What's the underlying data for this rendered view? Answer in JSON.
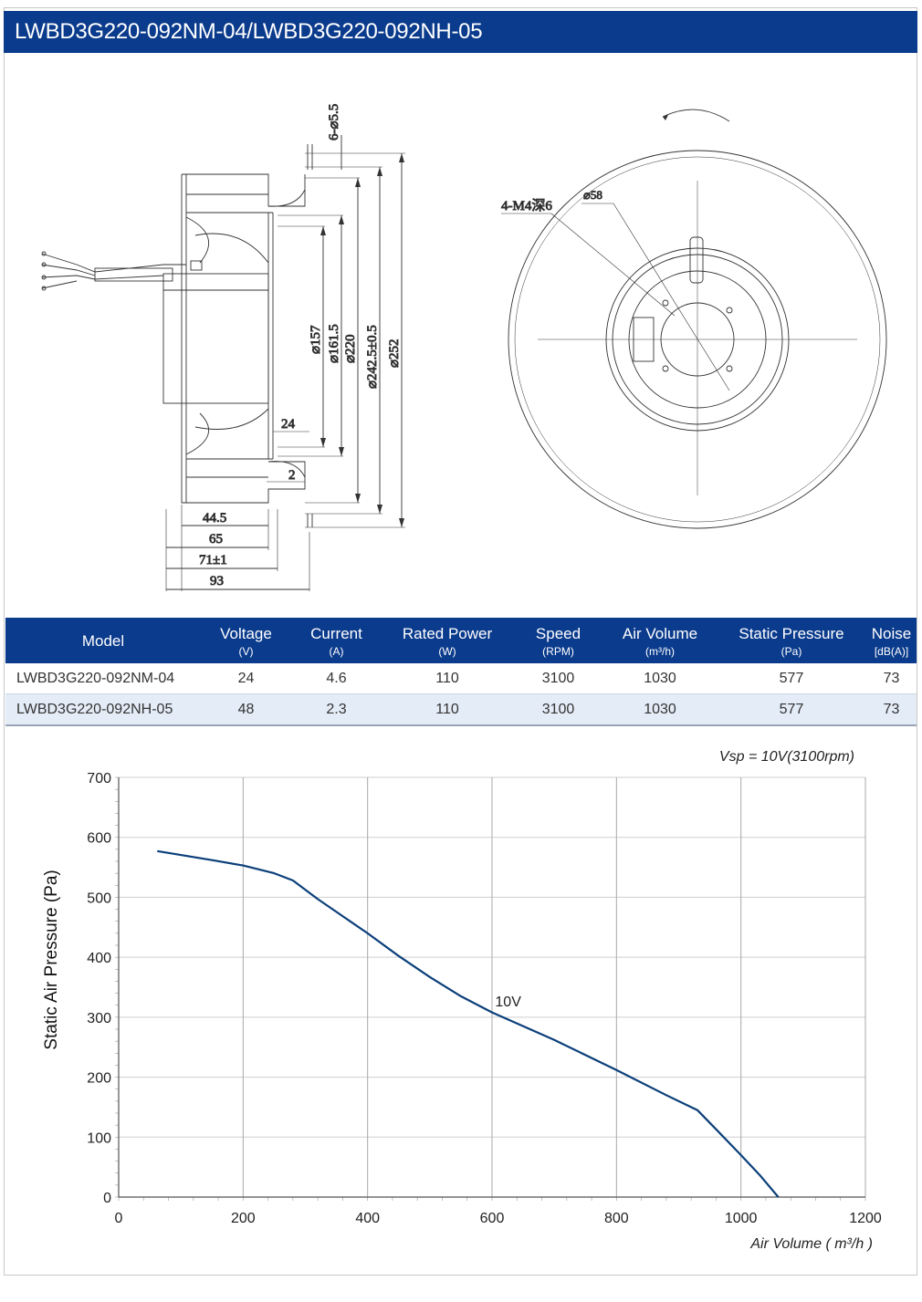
{
  "header": {
    "title": "LWBD3G220-092NM-04/LWBD3G220-092NH-05"
  },
  "drawing": {
    "side_dims": {
      "holes": "6-⌀5.5",
      "d157": "⌀157",
      "d161": "⌀161.5",
      "d220": "⌀220",
      "d242": "⌀242.5±0.5",
      "d252": "⌀252",
      "w24": "24",
      "w2": "2",
      "w44": "44.5",
      "w65": "65",
      "w71": "71±1",
      "w93": "93"
    },
    "front_dims": {
      "threads": "4-M4深6",
      "d58": "⌀58"
    }
  },
  "table": {
    "headers": [
      {
        "label": "Model",
        "unit": ""
      },
      {
        "label": "Voltage",
        "unit": "(V)"
      },
      {
        "label": "Current",
        "unit": "(A)"
      },
      {
        "label": "Rated Power",
        "unit": "(W)"
      },
      {
        "label": "Speed",
        "unit": "(RPM)"
      },
      {
        "label": "Air Volume",
        "unit": "(m³/h)"
      },
      {
        "label": "Static Pressure",
        "unit": "(Pa)"
      },
      {
        "label": "Noise",
        "unit": "[dB(A)]"
      }
    ],
    "rows": [
      [
        "LWBD3G220-092NM-04",
        "24",
        "4.6",
        "110",
        "3100",
        "1030",
        "577",
        "73"
      ],
      [
        "LWBD3G220-092NH-05",
        "48",
        "2.3",
        "110",
        "3100",
        "1030",
        "577",
        "73"
      ]
    ]
  },
  "chart_data": {
    "type": "line",
    "title": "",
    "annotation": "Vsp = 10V(3100rpm)",
    "xlabel": "Air Volume ( m³/h )",
    "ylabel": "Static Air Pressure  (Pa)",
    "xlim": [
      0,
      1200
    ],
    "ylim": [
      0,
      700
    ],
    "xticks": [
      0,
      200,
      400,
      600,
      800,
      1000,
      1200
    ],
    "yticks": [
      0,
      100,
      200,
      300,
      400,
      500,
      600,
      700
    ],
    "grid": true,
    "series": [
      {
        "name": "10V",
        "color": "#0b3f7a",
        "x": [
          62,
          150,
          200,
          250,
          280,
          320,
          400,
          450,
          500,
          550,
          600,
          700,
          800,
          880,
          930,
          960,
          1000,
          1030,
          1060
        ],
        "y": [
          577,
          562,
          553,
          540,
          528,
          497,
          440,
          402,
          367,
          335,
          308,
          262,
          212,
          170,
          145,
          113,
          70,
          37,
          0
        ]
      }
    ]
  }
}
